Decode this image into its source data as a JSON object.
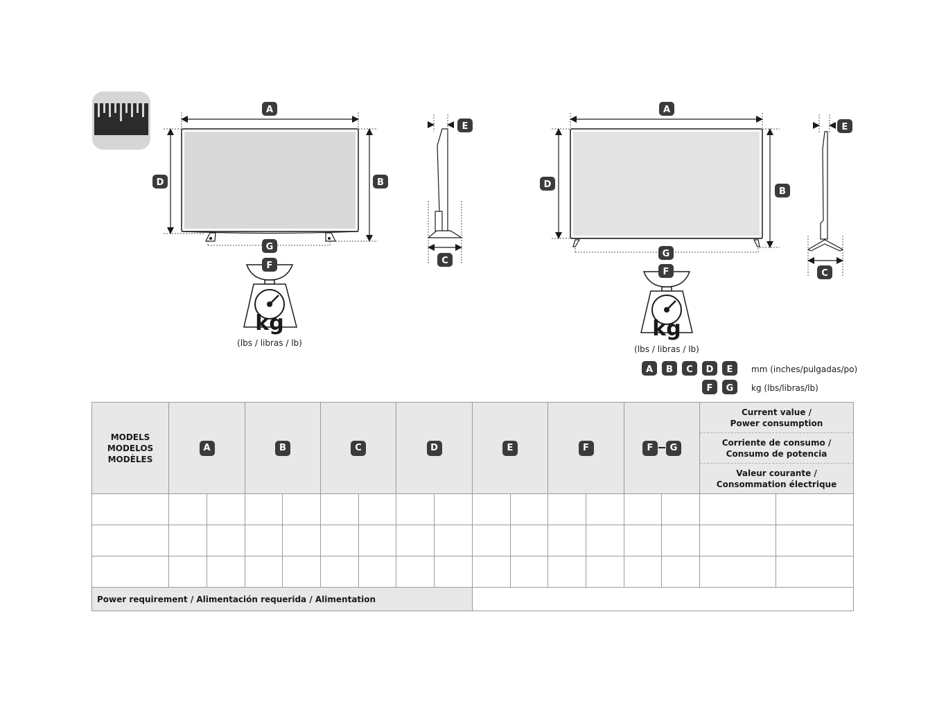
{
  "dimension_labels": {
    "a": "A",
    "b": "B",
    "c": "C",
    "d": "D",
    "e": "E",
    "f": "F",
    "g": "G"
  },
  "scale": {
    "unit": "kg",
    "sub_units": "(lbs / libras / lb)"
  },
  "legend": {
    "dims_units": "mm (inches/pulgadas/po)",
    "weight_units": "kg (lbs/libras/lb)"
  },
  "table": {
    "models_header": [
      "MODELS",
      "MODELOS",
      "MODÈLES"
    ],
    "consumption_header": [
      [
        "Current value /",
        "Power consumption"
      ],
      [
        "Corriente de consumo /",
        "Consumo de potencia"
      ],
      [
        "Valeur courante /",
        "Consommation électrique"
      ]
    ],
    "power_requirement": "Power requirement / Alimentación requerida / Alimentation",
    "power_value": ""
  }
}
